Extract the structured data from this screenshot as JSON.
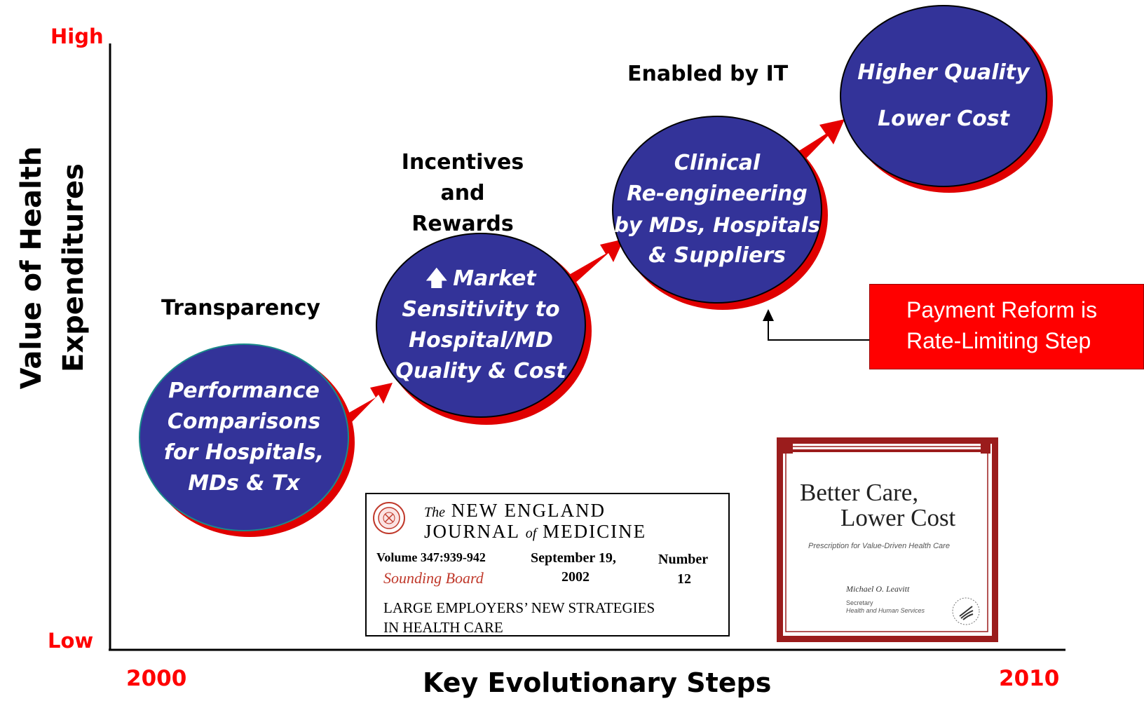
{
  "axes": {
    "y_title_line1": "Value of Health",
    "y_title_line2": "Expenditures",
    "y_high": "High",
    "y_low": "Low",
    "x_title": "Key Evolutionary Steps",
    "x_start": "2000",
    "x_end": "2010"
  },
  "stages": {
    "transparency": "Transparency",
    "incentives_line1": "Incentives and",
    "incentives_line2": "Rewards",
    "enabled": "Enabled by IT"
  },
  "bubbles": {
    "performance": [
      "Performance",
      "Comparisons",
      "for Hospitals,",
      "MDs & Tx"
    ],
    "market": [
      "Market",
      "Sensitivity to",
      "Hospital/MD",
      "Quality & Cost"
    ],
    "market_arrow_glyph": "🡅",
    "clinical": [
      "Clinical",
      "Re-engineering",
      "by MDs, Hospitals",
      "& Suppliers"
    ],
    "quality": [
      "Higher Quality",
      "Lower Cost"
    ]
  },
  "callout": {
    "line1": "Payment Reform is",
    "line2": "Rate-Limiting Step"
  },
  "nejm": {
    "masthead_line1_prefix": "The",
    "masthead_line1": "NEW ENGLAND",
    "masthead_line2a": "JOURNAL",
    "masthead_line2b": "of",
    "masthead_line2c": "MEDICINE",
    "volume": "Volume 347:939-942",
    "date_line1": "September 19,",
    "date_line2": "2002",
    "number_line1": "Number",
    "number_line2": "12",
    "section": "Sounding Board",
    "article_line1": "LARGE EMPLOYERS’ NEW STRATEGIES",
    "article_line2": "IN HEALTH CARE"
  },
  "report": {
    "title_line1": "Better Care,",
    "title_line2": "Lower Cost",
    "subtitle": "Prescription for Value-Driven Health Care",
    "author": "Michael O. Leavitt",
    "role_line1": "Secretary",
    "role_line2": "Health and Human Services"
  },
  "colors": {
    "accent_red": "#ff0000",
    "bubble_blue": "#333399",
    "arrow_red": "#e60000"
  }
}
